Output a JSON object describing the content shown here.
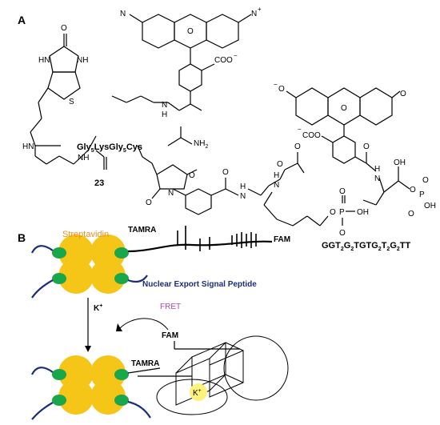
{
  "panel_a": {
    "label": "A",
    "compound_number": "23",
    "peptide": {
      "gly": "Gly",
      "g_sub": "5",
      "lys": "LysGly",
      "lg_sub": "5",
      "cys": "Cys"
    },
    "atoms": {
      "nh": "NH",
      "hn": "HN",
      "hn2": "HN",
      "o": "O",
      "s": "S",
      "n_plus": "N",
      "plus": "+",
      "n_left": "N",
      "o_xan": "O",
      "coo": "COO",
      "minus": "−",
      "amide_nh": "N",
      "amide_h": "H",
      "nh2": "NH",
      "nh2_sub": "2",
      "o_keto": "O",
      "o_keto2": "O",
      "n_succ": "N",
      "h_amide2": "H",
      "n_amide2": "N",
      "o_carb": "O",
      "o_carb2": "O",
      "h_carb": "H",
      "n_carb": "N",
      "o_p": "O",
      "p": "P",
      "oh": "OH",
      "o_p2": "O",
      "o_p3": "O",
      "fl_o_minus": "O",
      "fl_o": "O",
      "fl_o_ring": "O",
      "fl_coo": "COO",
      "fl_o_amide": "O",
      "fl_h": "H",
      "fl_n": "N",
      "fl_oh": "OH",
      "fl_o2": "O",
      "fl_p": "P",
      "fl_oh2": "OH",
      "fl_o3": "O",
      "fl_o4": "O"
    },
    "sequence": {
      "parts": [
        "GGT",
        "2",
        "G",
        "2",
        "TGTG",
        "2",
        "T",
        "2",
        "G",
        "2",
        "TT"
      ]
    }
  },
  "panel_b": {
    "label": "B",
    "streptavidin": "Streptavidin",
    "tamra_top": "TAMRA",
    "fam_top": "FAM",
    "nes": "Nuclear Export Signal Peptide",
    "k_ion": "K",
    "k_plus": "+",
    "fret": "FRET",
    "fam_bottom": "FAM",
    "tamra_bottom": "TAMRA",
    "k_center": "K",
    "k_center_plus": "+"
  },
  "colors": {
    "streptavidin_fill": "#f5c518",
    "peptide_cap": "#1aa64a",
    "tail": "#1c2e7a",
    "streptavidin_text": "#e89020",
    "nes_text": "#1c2e7a",
    "fret_text": "#b04aa8",
    "k_highlight": "#fff27a"
  }
}
